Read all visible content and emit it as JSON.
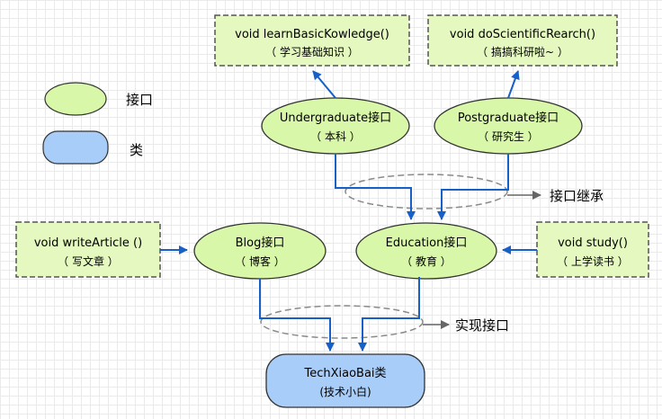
{
  "colors": {
    "interface_fill": "#d9f7a9",
    "class_fill": "#a8cdf8",
    "note_fill": "#e4f8bf",
    "arrow_blue": "#1660c7",
    "dashed_gray": "#8a8a8a",
    "stroke": "#333333"
  },
  "legend": {
    "interface_label": "接口",
    "class_label": "类"
  },
  "methods": {
    "learn": {
      "line1": "void learnBasicKowledge()",
      "line2": "（ 学习基础知识 ）"
    },
    "research": {
      "line1": "void doScientificRearch()",
      "line2": "（ 搞搞科研啦~ ）"
    },
    "write": {
      "line1": "void writeArticle ()",
      "line2": "（ 写文章 ）"
    },
    "study": {
      "line1": "void study()",
      "line2": "（ 上学读书 ）"
    }
  },
  "interfaces": {
    "undergraduate": {
      "line1": "Undergraduate接口",
      "line2": "（ 本科 ）"
    },
    "postgraduate": {
      "line1": "Postgraduate接口",
      "line2": "（ 研究生 ）"
    },
    "blog": {
      "line1": "Blog接口",
      "line2": "（ 博客 ）"
    },
    "education": {
      "line1": "Education接口",
      "line2": "（ 教育 ）"
    }
  },
  "class_node": {
    "line1": "TechXiaoBai类",
    "line2": "(技术小白)"
  },
  "annotations": {
    "inherit": "接口继承",
    "implement": "实现接口"
  }
}
